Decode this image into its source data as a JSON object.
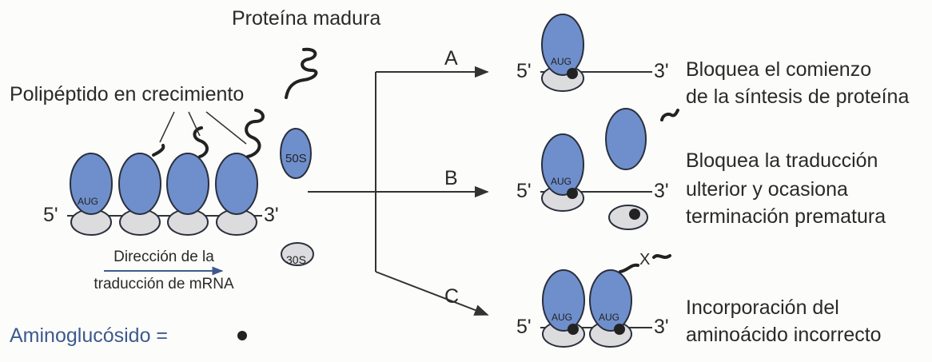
{
  "labels": {
    "mature_protein": "Proteína madura",
    "growing_polypeptide": "Polipéptido en crecimiento",
    "subunit_50s": "50S",
    "subunit_30s": "30S",
    "aug": "AUG",
    "five_prime": "5'",
    "three_prime": "3'",
    "direction_line1": "Dirección de la",
    "direction_line2": "traducción de mRNA",
    "aminoglycoside": "Aminoglucósido =",
    "stop_mark": "X"
  },
  "branches": [
    {
      "letter": "A",
      "effect_line1": "Bloquea el comienzo",
      "effect_line2": "de la síntesis de proteína"
    },
    {
      "letter": "B",
      "effect_line1": "Bloquea la traducción",
      "effect_line2": "ulterior y ocasiona",
      "effect_line3": "terminación prematura"
    },
    {
      "letter": "C",
      "effect_line1": "Incorporación del",
      "effect_line2": "aminoácido incorrecto"
    }
  ],
  "colors": {
    "large_subunit": "#6f8fcc",
    "small_subunit": "#dcdcde",
    "label_blue": "#3c5a8e"
  }
}
